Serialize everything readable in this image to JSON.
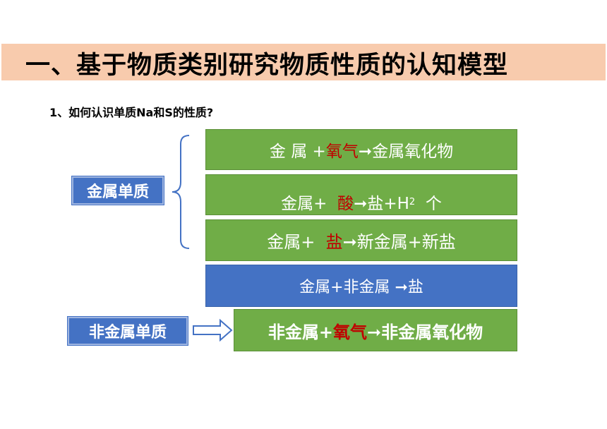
{
  "title": "一、基于物质类别研究物质性质的认知模型",
  "question": "1、如何认识单质Na和S的性质?",
  "labels": {
    "metal": "金属单质",
    "nonmetal": "非金属单质"
  },
  "rows": [
    {
      "a": "金 属 +",
      "b": "氧气",
      "c": "➞金属氧化物"
    },
    {
      "a": "金属+  ",
      "b": "酸",
      "c": "➞盐+H",
      "sub": "2",
      "d": "  个"
    },
    {
      "a": "金属+  ",
      "b": "盐",
      "c": "➞新金属+新盐"
    },
    {
      "a": "金属+非金属 ➞盐"
    },
    {
      "a": "非金属+",
      "b": "氧气",
      "c": "➞非金属氧化物"
    }
  ],
  "colors": {
    "title_bg": "#f8cbad",
    "green": "#70ad47",
    "blue": "#4472c4",
    "highlight": "#c00000"
  }
}
